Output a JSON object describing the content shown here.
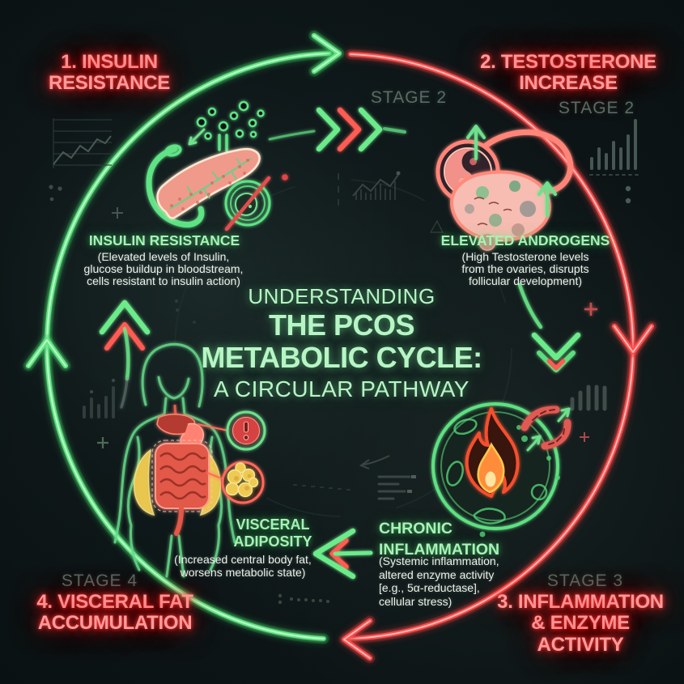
{
  "colors": {
    "background": "#0d1517",
    "neon_green": "#67e886",
    "neon_red": "#ff4f4f",
    "title_green": "#b7f5c5",
    "stage_tag_gray": "#5a6c63",
    "stage_title_red": "#ff9b9b",
    "node_label_green": "#a6f3b6",
    "desc_text": "#edf1ec",
    "fat_yellow": "#efca52",
    "flame_orange": "#f5502e",
    "flame_core_yellow": "#ffc84e"
  },
  "center_title": {
    "line1": "UNDERSTANDING",
    "line2": "THE PCOS",
    "line3": "METABOLIC CYCLE:",
    "line4": "A CIRCULAR PATHWAY"
  },
  "stage_titles": {
    "stage1": "1. INSULIN\nRESISTANCE",
    "stage2": "2. TESTOSTERONE\nINCREASE",
    "stage3": "3. INFLAMMATION\n& ENZYME ACTIVITY",
    "stage4": "4. VISCERAL FAT\nACCUMULATION"
  },
  "stage_tags": {
    "top_center": "STAGE 2",
    "top_right": "STAGE 2",
    "bottom_right": "STAGE 3",
    "bottom_left": "STAGE 4"
  },
  "nodes": {
    "insulin_resistance": {
      "label": "INSULIN RESISTANCE",
      "desc": "(Elevated levels of Insulin,\nglucose buildup in bloodstream,\ncells resistant to insulin action)"
    },
    "elevated_androgens": {
      "label": "ELEVATED ANDROGENS",
      "desc": "(High Testosterone levels\nfrom the ovaries, disrupts\nfollicular development)"
    },
    "chronic_inflammation": {
      "label": "CHRONIC\nINFLAMMATION",
      "desc": "(Systemic inflammation,\naltered enzyme activity\n[e.g., 5α-reductase],\ncellular stress)"
    },
    "visceral_adiposity": {
      "label": "VISCERAL\nADIPOSITY",
      "desc": "(Increased central body fat,\nworsens metabolic state)"
    }
  },
  "cycle": {
    "direction": "clockwise",
    "left_half_color": "#67e886",
    "right_half_color": "#ff4f4f"
  },
  "illustrations": {
    "pancreas": "pancreas with insulin particles and down arrow",
    "blocked_cell": "cell crossed out by red slash",
    "ovary": "ovary with follicles and up arrows",
    "inflamed_cell": "cell containing flame with enzyme rotation icons",
    "female_body": "female silhouette with visceral organs and fat pads",
    "warning_callout": "exclamation warning badge",
    "fat_cells_callout": "cluster of yellow fat cells"
  }
}
